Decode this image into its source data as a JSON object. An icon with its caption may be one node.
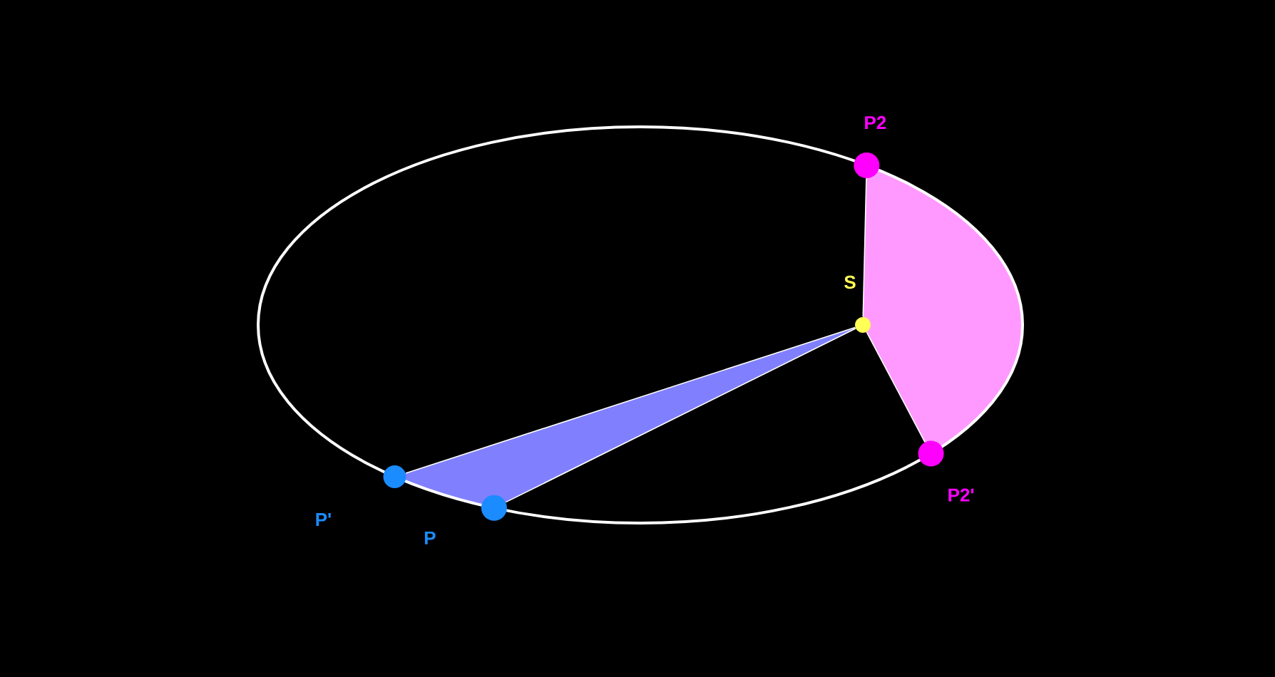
{
  "diagram": {
    "nodes": [
      {
        "text": [],
        "shape": "circle",
        "beside": [
          "P2"
        ]
      },
      {
        "text": [],
        "shape": "circle",
        "beside": [
          "S"
        ]
      },
      {
        "text": [],
        "shape": "circle",
        "beside": [
          "P2'"
        ]
      },
      {
        "text": [],
        "shape": "circle",
        "beside": [
          "P'"
        ]
      },
      {
        "text": [],
        "shape": "circle",
        "beside": [
          "P"
        ]
      }
    ],
    "edges": [
      {
        "from": 1,
        "to": 0,
        "arrow": "none"
      },
      {
        "from": 1,
        "to": 2,
        "arrow": "none"
      },
      {
        "from": 1,
        "to": 3,
        "arrow": "none"
      },
      {
        "from": 1,
        "to": 4,
        "arrow": "none"
      }
    ]
  }
}
